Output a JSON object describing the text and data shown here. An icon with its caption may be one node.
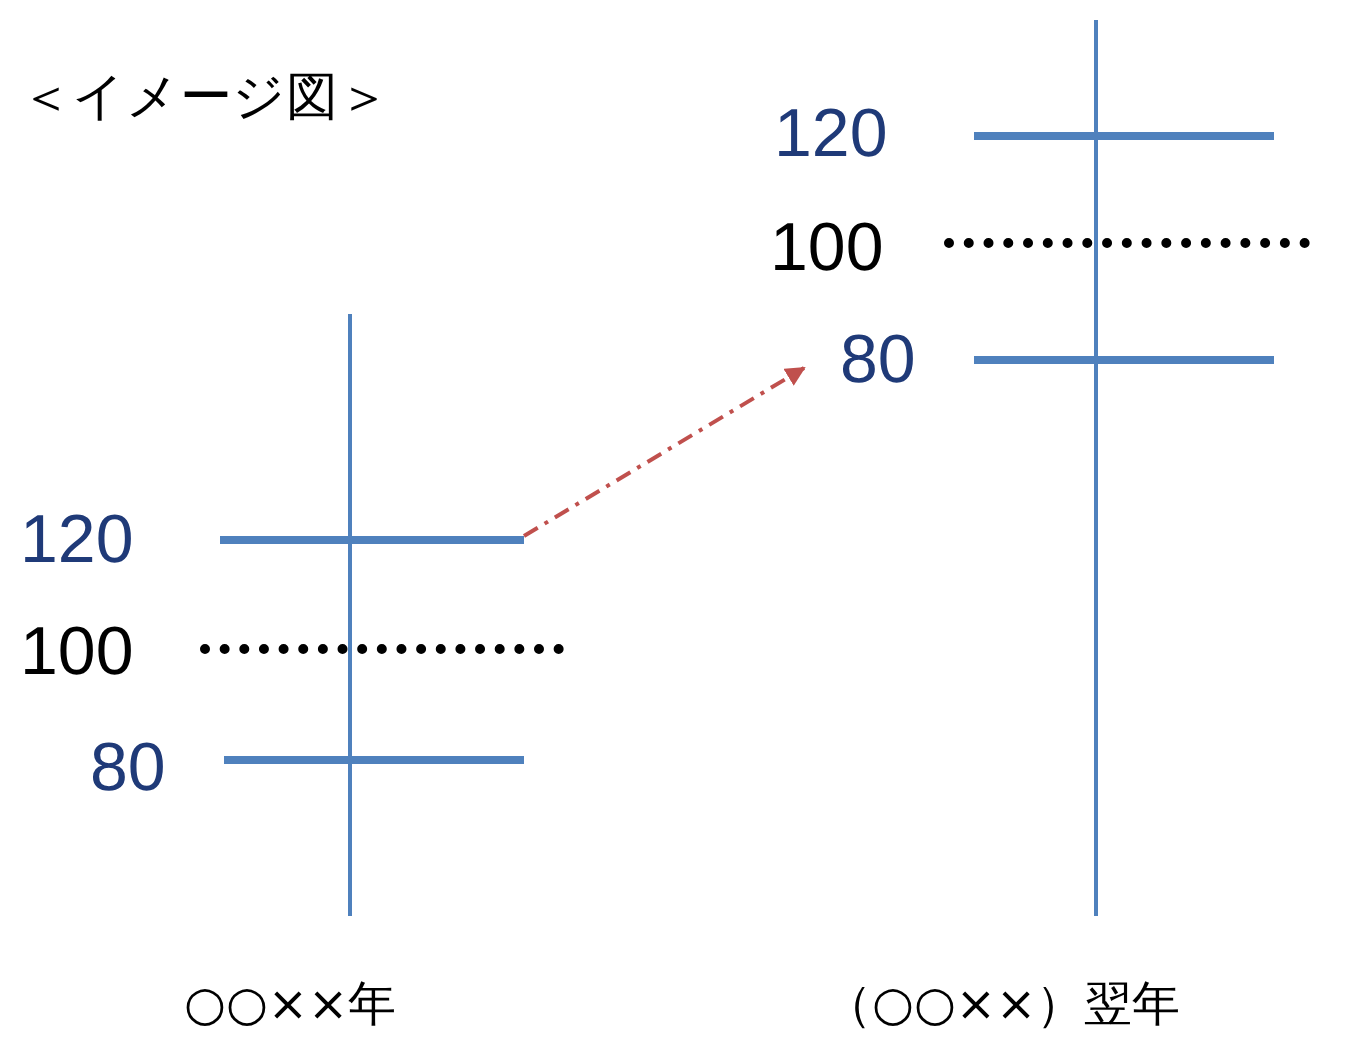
{
  "diagram": {
    "title": "＜イメージ図＞",
    "nodes": [
      {
        "text": [
          "120"
        ]
      },
      {
        "text": [
          "80"
        ]
      }
    ],
    "edges": [
      {
        "from": 0,
        "to": 1,
        "arrow": "to",
        "style": "dashed",
        "color": "#c0504d"
      }
    ],
    "labels": [
      "120",
      "100",
      "100",
      "80",
      "○○××年",
      "（○○××）翌年"
    ]
  }
}
